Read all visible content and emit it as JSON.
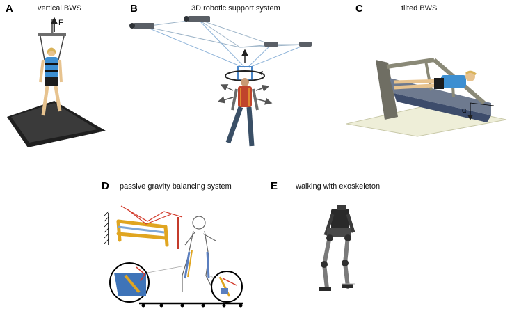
{
  "panels": [
    {
      "letter": "A",
      "title": "vertical BWS"
    },
    {
      "letter": "B",
      "title": "3D robotic support system"
    },
    {
      "letter": "C",
      "title": "tilted BWS"
    },
    {
      "letter": "D",
      "title": "passive gravity balancing system"
    },
    {
      "letter": "E",
      "title": "walking with exoskeleton"
    }
  ],
  "annotations": {
    "force_label": "F",
    "tilt_angle_label": "α"
  },
  "colors": {
    "harness_blue": "#3d8fd1",
    "treadmill": "#2b2b2b",
    "vest_red": "#c0442c",
    "link_yellow": "#e0a520",
    "frame_gray": "#6f6e63"
  }
}
